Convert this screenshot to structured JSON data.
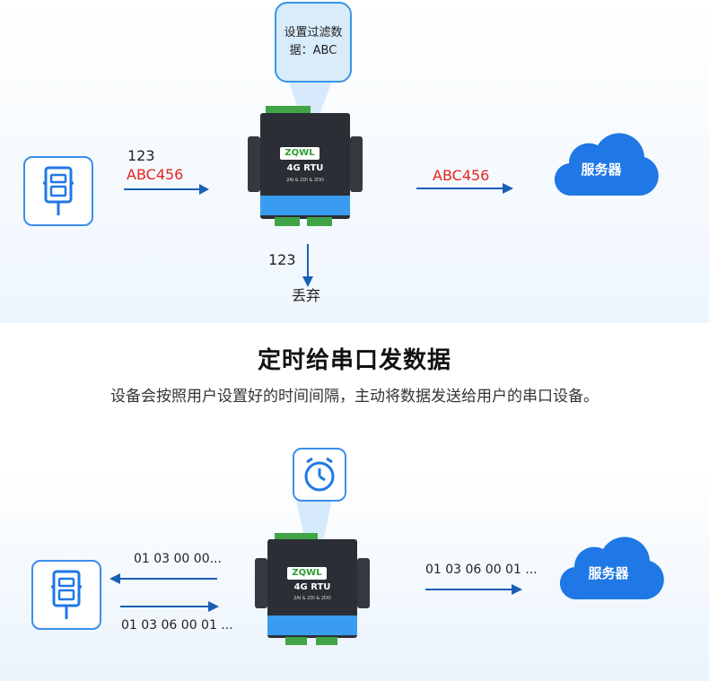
{
  "top": {
    "bubble_text": [
      "设置过滤数",
      "据：ABC"
    ],
    "input_line1": "123",
    "input_line2": "ABC456",
    "output_text": "ABC456",
    "drop_value": "123",
    "drop_label": "丢弃",
    "cloud_label": "服务器"
  },
  "section": {
    "heading": "定时给串口发数据",
    "description": "设备会按照用户设置好的时间间隔，主动将数据发送给用户的串口设备。"
  },
  "bottom": {
    "query_text": "01 03 00 00...",
    "response_text": "01 03 06 00 01 ...",
    "upload_text": "01 03 06 00 01 ...",
    "cloud_label": "服务器"
  },
  "device": {
    "name": "4G RTU",
    "subtitle": "2AI & 2DI & 2DO",
    "logo": "ZQWL"
  },
  "icons": {
    "serial_device": "serial-port-icon",
    "alarm_clock": "alarm-clock-icon",
    "cloud": "cloud-icon"
  },
  "colors": {
    "accent_blue": "#1f78e6",
    "arrow_blue": "#1a5fb4",
    "highlight_red": "#e5231f",
    "bubble_fill": "#d8ecfb"
  }
}
